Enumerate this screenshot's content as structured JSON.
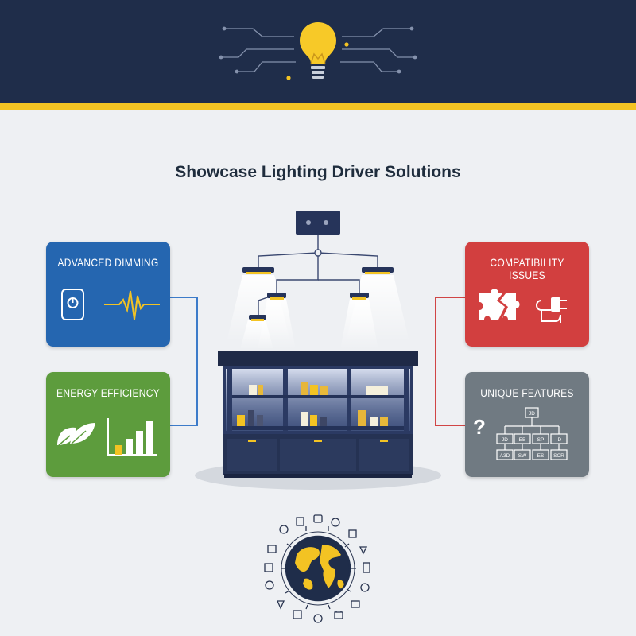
{
  "title": "Showcase Lighting Driver Solutions",
  "cards": {
    "dimming": {
      "label": "ADVANCED DIMMING",
      "color": "#2566b0"
    },
    "efficiency": {
      "label": "ENERGY EFFICIENCY",
      "color": "#5d9c3d"
    },
    "compatibility": {
      "label": "COMPATIBILITY ISSUES",
      "color": "#d23f3f"
    },
    "unique": {
      "label": "UNIQUE FEATURES",
      "color": "#707a82"
    }
  },
  "unique_tree": {
    "root": "JD",
    "row1": [
      "JD",
      "EB",
      "SP",
      "ID"
    ],
    "row2": [
      "A3D",
      "SW",
      "ES",
      "SCR"
    ]
  },
  "colors": {
    "header": "#1f2d4a",
    "accent": "#f3c323"
  }
}
